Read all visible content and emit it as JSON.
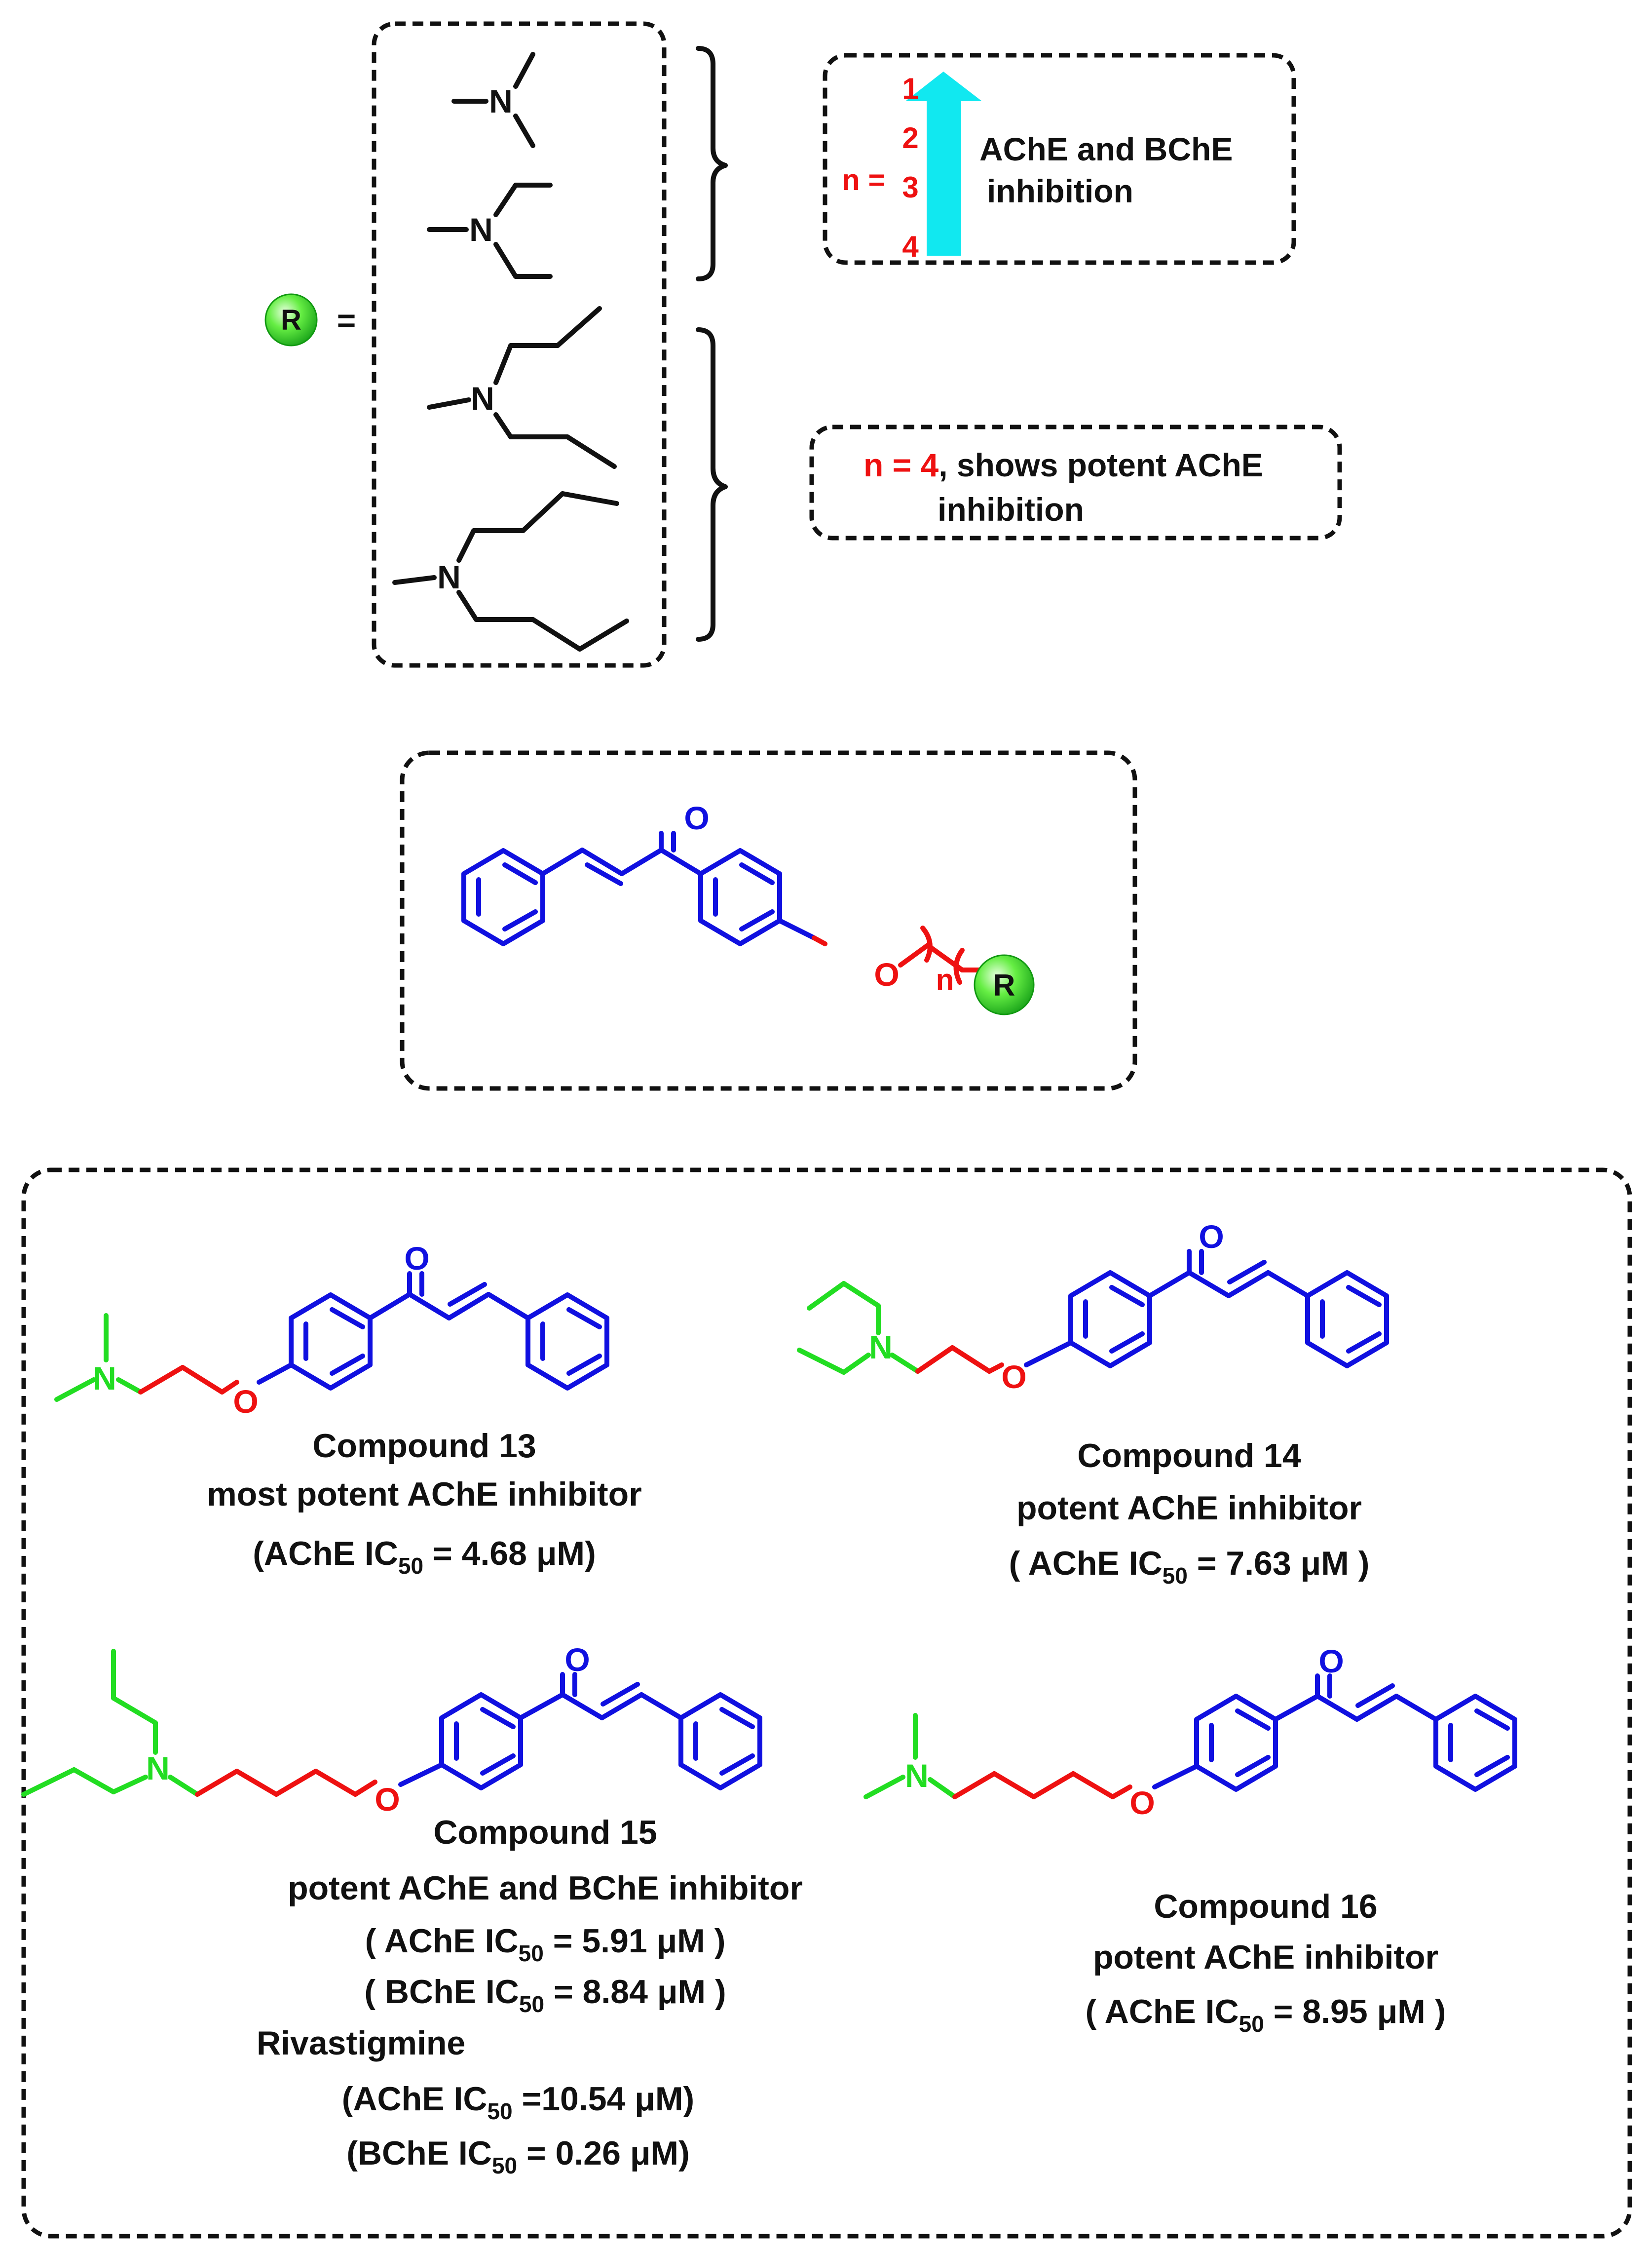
{
  "colors": {
    "scaffold": "#1010e0",
    "linker": "#ee1111",
    "amine": "#22dd22",
    "arrow": "#11e8f0",
    "r_ball": "#22cc22"
  },
  "r_group": {
    "r_symbol": "R",
    "equals": "=",
    "atom_N": "N"
  },
  "trend_box": {
    "n_label": "n =",
    "n_values": [
      "1",
      "2",
      "3",
      "4"
    ],
    "text_line1": "AChE and BChE",
    "text_line2": "inhibition"
  },
  "n4_box": {
    "n_label": "n = 4",
    "text_line1": ", shows potent AChE",
    "text_line2": "inhibition"
  },
  "general_structure": {
    "atom_O_carbonyl": "O",
    "atom_O_ether": "O",
    "n_label": "n",
    "r_symbol": "R"
  },
  "compounds": [
    {
      "name": "Compound 13",
      "description": "most potent AChE inhibitor",
      "ic50_lines": [
        {
          "prefix": "(AChE IC",
          "sub": "50",
          "suffix": " = 4.68 μM)"
        }
      ]
    },
    {
      "name": "Compound 14",
      "description": "potent AChE inhibitor",
      "ic50_lines": [
        {
          "prefix": "( AChE IC",
          "sub": "50",
          "suffix": " = 7.63 μM )"
        }
      ]
    },
    {
      "name": "Compound 15",
      "description": "potent AChE and BChE inhibitor",
      "ic50_lines": [
        {
          "prefix": "( AChE IC",
          "sub": "50",
          "suffix": " = 5.91 μM )"
        },
        {
          "prefix": "( BChE IC",
          "sub": "50",
          "suffix": " = 8.84 μM )"
        }
      ]
    },
    {
      "name": "Compound 16",
      "description": "potent AChE  inhibitor",
      "ic50_lines": [
        {
          "prefix": "( AChE IC",
          "sub": "50",
          "suffix": " = 8.95 μM )"
        }
      ]
    }
  ],
  "reference": {
    "name": "Rivastigmine",
    "ic50_lines": [
      {
        "prefix": "(AChE IC",
        "sub": "50",
        "suffix": " =10.54 μM)"
      },
      {
        "prefix": "(BChE IC",
        "sub": "50",
        "suffix": " = 0.26 μM)"
      }
    ]
  }
}
